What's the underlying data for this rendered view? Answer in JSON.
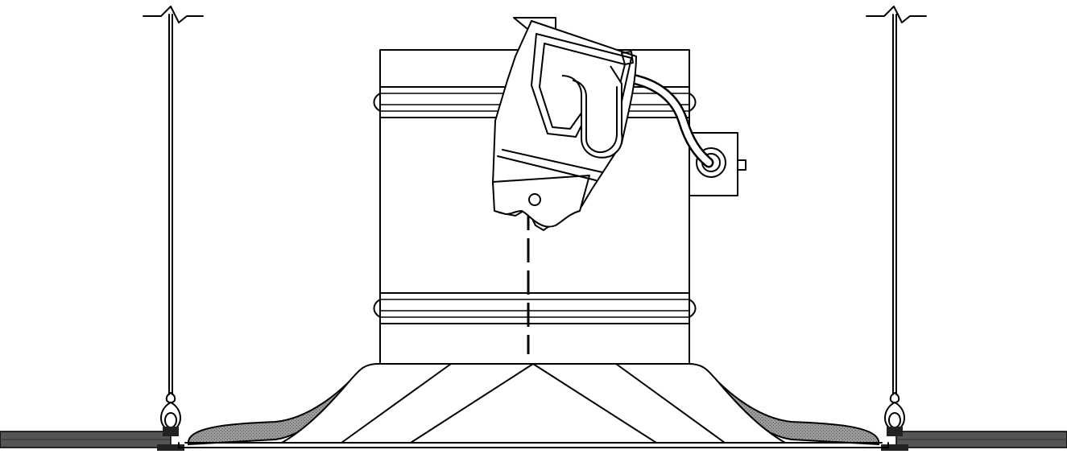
{
  "figure": {
    "view": "side elevation",
    "components": [
      "hanger-wire-left",
      "hanger-wire-right",
      "ceiling-tile-left",
      "ceiling-tile-right",
      "diffuser-cone",
      "insulation-blanket",
      "round-duct-collar",
      "damper-actuator",
      "actuator-cable",
      "junction-box",
      "damper-shaft-centerline"
    ],
    "colors": {
      "line": "#000000",
      "insulation": "#8a8a8a",
      "ceiling": "#555555",
      "background": "#ffffff"
    }
  }
}
